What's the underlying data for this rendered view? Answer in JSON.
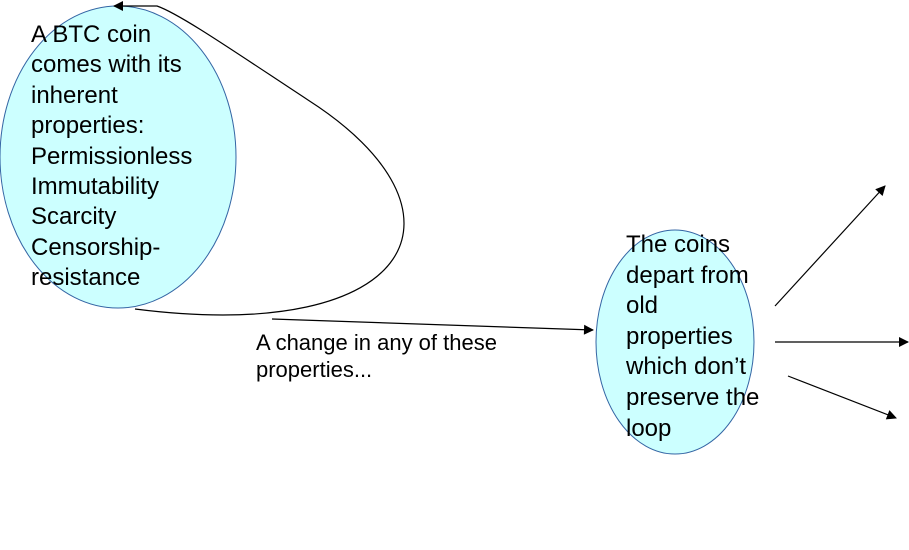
{
  "colors": {
    "ellipse_fill": "#ccffff",
    "ellipse_stroke": "#3465a4",
    "arrow": "#000000",
    "text": "#000000"
  },
  "nodes": {
    "btc_coin": {
      "lines": [
        "A BTC coin",
        "comes with its",
        "inherent",
        "properties:",
        "Permissionless",
        "Immutability",
        "Scarcity",
        "Censorship-",
        "resistance"
      ]
    },
    "departed_coins": {
      "lines": [
        "The coins",
        "depart from",
        "old",
        "properties",
        "which don’t",
        "preserve the",
        "loop"
      ]
    }
  },
  "edges": {
    "change_label": {
      "lines": [
        "A change in any of these",
        "properties..."
      ]
    }
  }
}
